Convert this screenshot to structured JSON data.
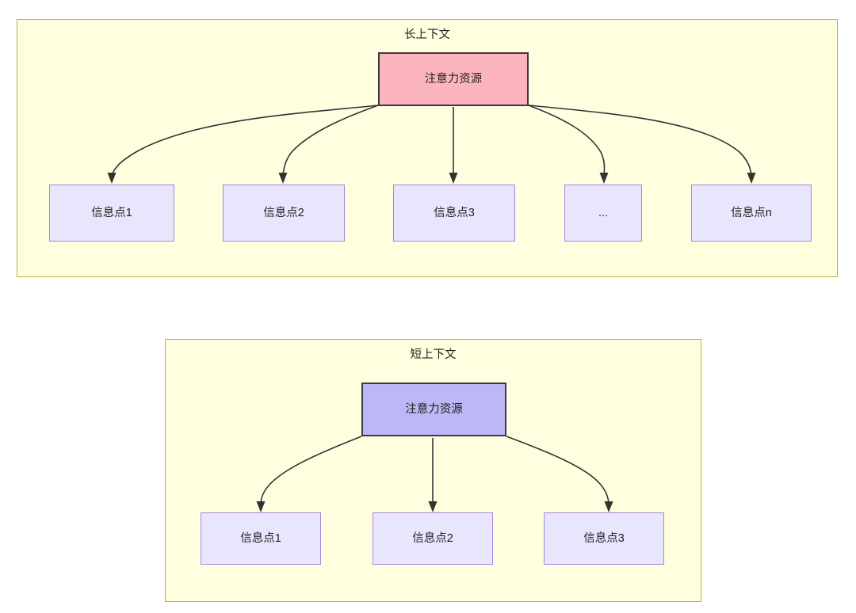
{
  "diagram": {
    "type": "two-group-attention-distribution-diagram",
    "background": "#ffffff",
    "palette": {
      "group_fill": "#ffffe0",
      "group_border": "#b8b830",
      "attention_long_fill": "#fcb5bc",
      "attention_short_fill": "#bcb7f5",
      "node_border_dark": "#3a3a3a",
      "info_fill": "#e8e6fc",
      "info_border": "#a983e0",
      "edge_color": "#333333",
      "text_color": "#1f1f1f"
    },
    "groups": [
      {
        "id": "long",
        "title": "长上下文",
        "root": {
          "label": "注意力资源"
        },
        "children": [
          {
            "label": "信息点1"
          },
          {
            "label": "信息点2"
          },
          {
            "label": "信息点3"
          },
          {
            "label": "..."
          },
          {
            "label": "信息点n"
          }
        ]
      },
      {
        "id": "short",
        "title": "短上下文",
        "root": {
          "label": "注意力资源"
        },
        "children": [
          {
            "label": "信息点1"
          },
          {
            "label": "信息点2"
          },
          {
            "label": "信息点3"
          }
        ]
      }
    ]
  }
}
